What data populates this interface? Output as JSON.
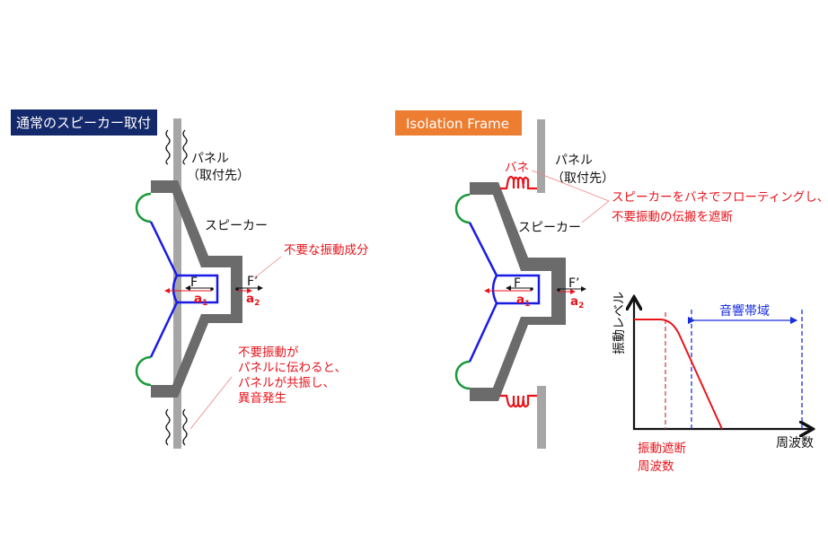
{
  "left": {
    "title": "通常のスピーカー取付",
    "title_color": "#13296b",
    "panel_label": "パネル",
    "panel_sub": "（取付先）",
    "speaker_label": "スピーカー",
    "force_label": "F",
    "accel_label": "a",
    "accel_sub": "1",
    "force2_label": "F’",
    "accel2_label": "a",
    "accel2_sub": "2",
    "note_unwanted": "不要な振動成分",
    "note_lines": [
      "不要振動が",
      "パネルに伝わると、",
      "パネルが共振し、",
      "異音発生"
    ]
  },
  "right": {
    "title": "Isolation Frame",
    "title_color": "#ed7d31",
    "spring_label": "バネ",
    "panel_label": "パネル",
    "panel_sub": "（取付先）",
    "speaker_label": "スピーカー",
    "force_label": "F",
    "accel_label": "a",
    "accel_sub": "1",
    "force2_label": "F’",
    "accel2_label": "a",
    "accel2_sub": "2",
    "note_lines": [
      "スピーカーをバネでフローティングし、",
      "不要振動の伝搬を遮断"
    ]
  },
  "graph": {
    "ylabel": "振動レベル",
    "xlabel": "周波数",
    "band_label": "音響帯域",
    "cutoff_label_lines": [
      "振動遮断",
      "周波数"
    ]
  },
  "colors": {
    "frame": "#6b6b6b",
    "panel": "#a6a6a6",
    "cone": "#1a1ae6",
    "surround": "#1a9a3a",
    "red": "#e8141b",
    "blue": "#1a2fe0"
  }
}
